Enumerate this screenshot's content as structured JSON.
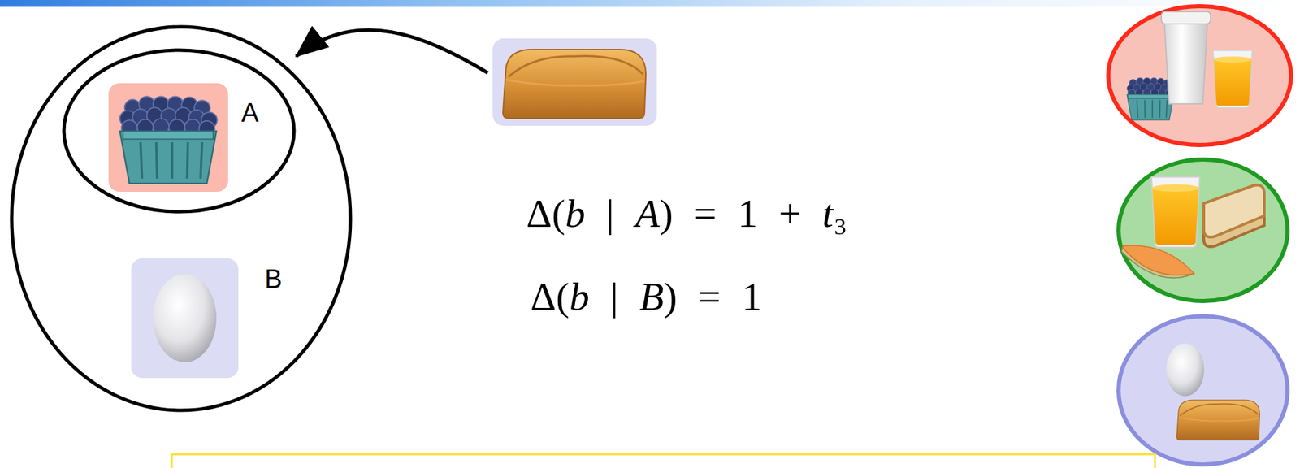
{
  "diagram": {
    "nodes": [
      {
        "text": [
          "B"
        ]
      },
      {
        "text": [
          "A"
        ],
        "in": 0
      }
    ],
    "labels": [
      "Δ(b | A) = 1 + t₃",
      "Δ(b | B) = 1"
    ]
  }
}
